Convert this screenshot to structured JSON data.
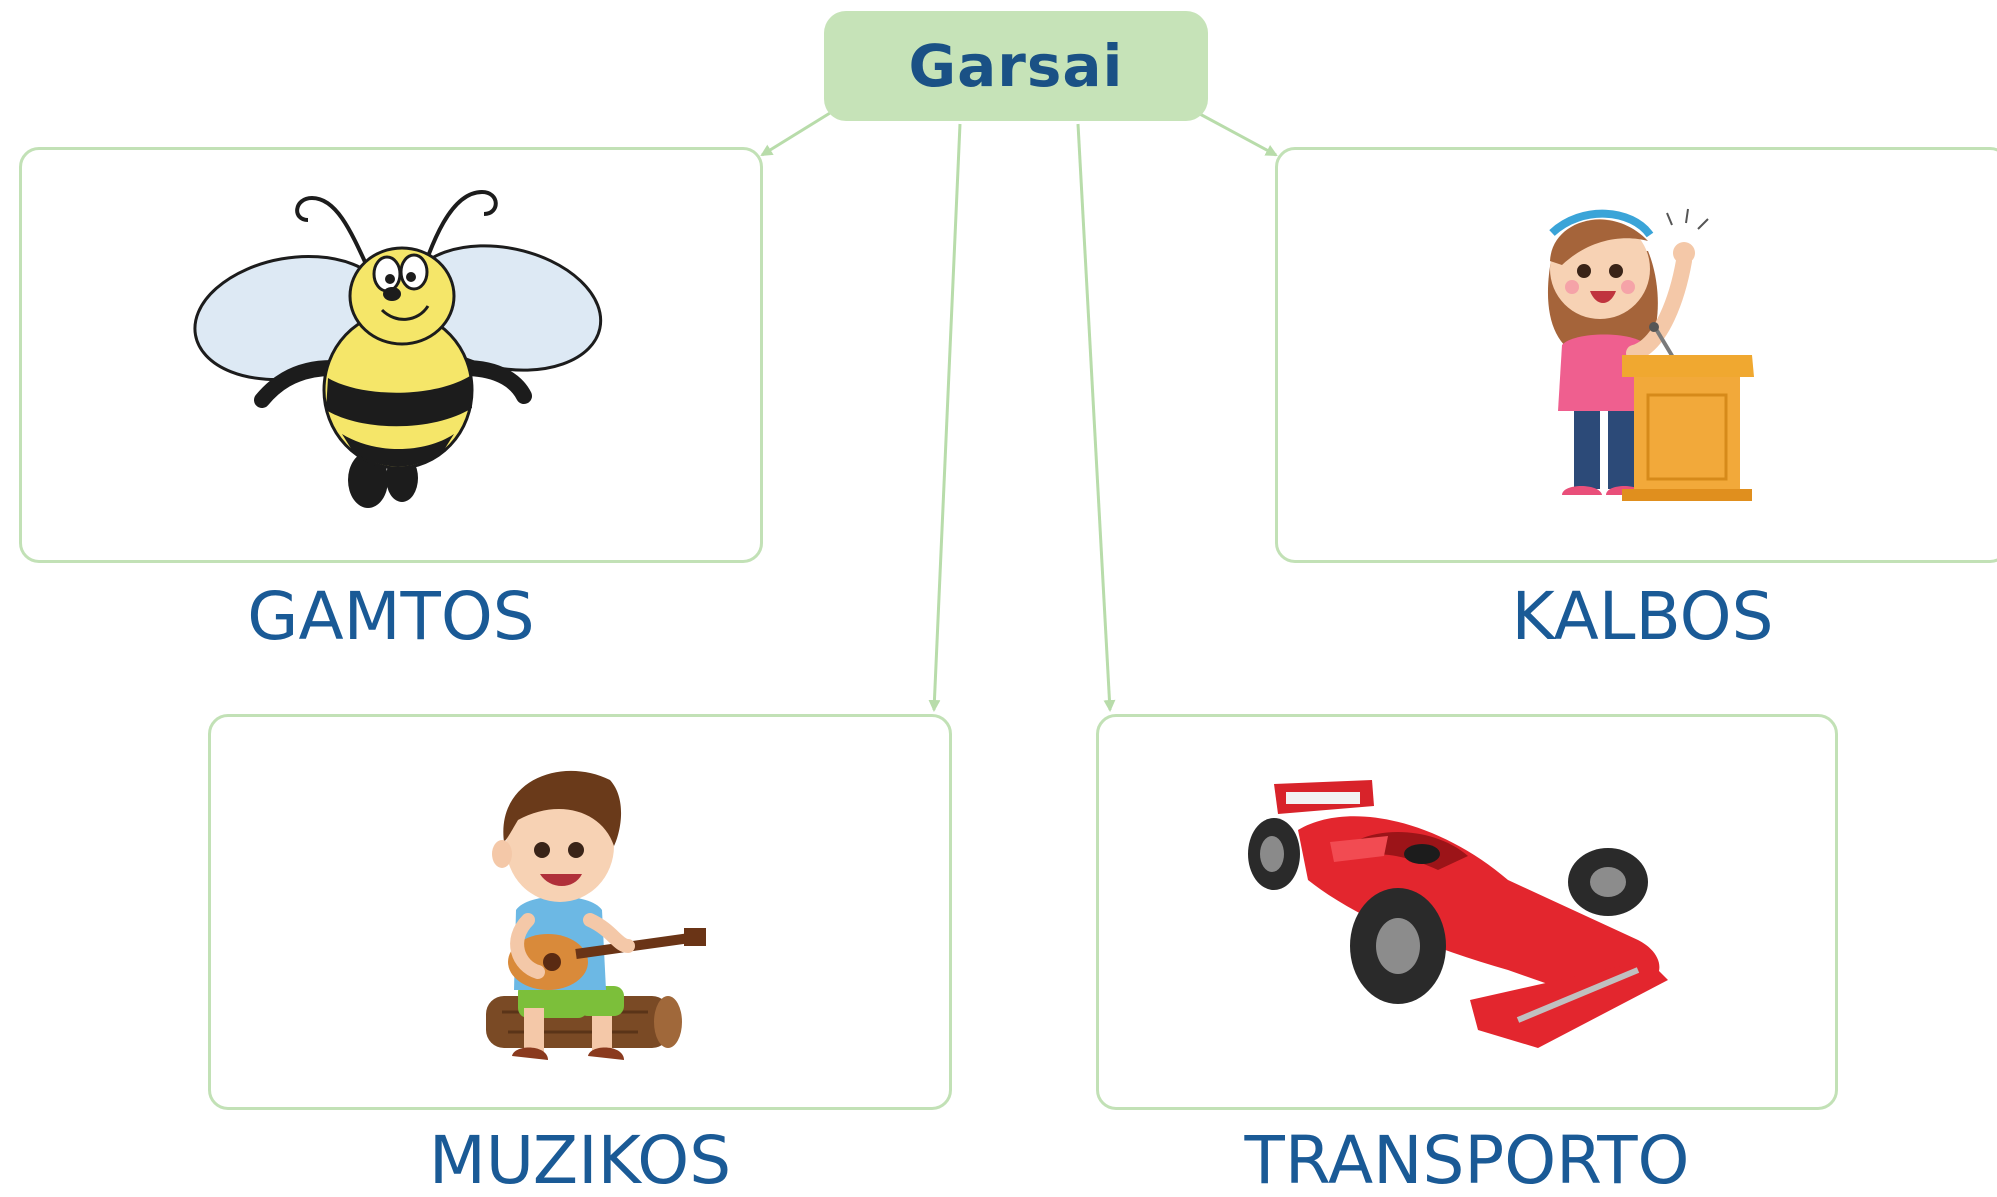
{
  "diagram": {
    "root": {
      "label": "Garsai"
    },
    "categories": [
      {
        "id": "nature",
        "label": "GAMTOS",
        "icon": "bee-icon"
      },
      {
        "id": "speech",
        "label": "KALBOS",
        "icon": "girl-at-podium-icon"
      },
      {
        "id": "music",
        "label": "MUZIKOS",
        "icon": "boy-with-guitar-icon"
      },
      {
        "id": "transport",
        "label": "TRANSPORTO",
        "icon": "race-car-icon"
      }
    ]
  },
  "colors": {
    "root_fill": "#c6e3b8",
    "border": "#c2e1b6",
    "label_text": "#1a5a96",
    "root_text": "#1a5185"
  }
}
